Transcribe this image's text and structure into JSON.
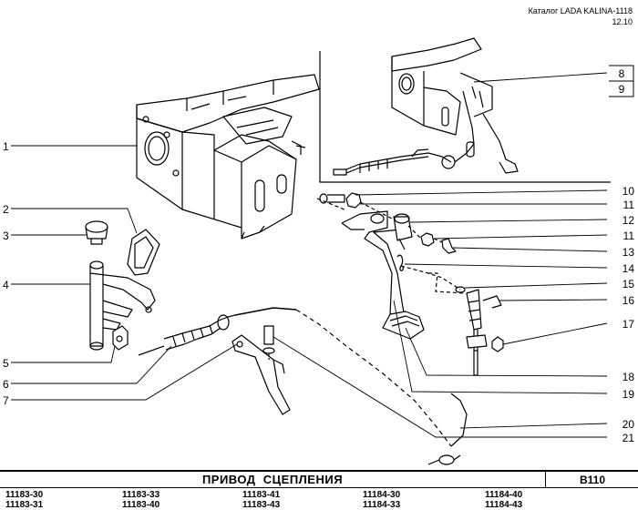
{
  "header": {
    "catalog": "Каталог LADA KALINA-1118",
    "date": "12.10"
  },
  "callouts_left": [
    "1",
    "2",
    "3",
    "4",
    "5",
    "6",
    "7"
  ],
  "callouts_right": [
    "10",
    "11",
    "12",
    "11",
    "13",
    "14",
    "15",
    "16",
    "17",
    "18",
    "19",
    "20",
    "21"
  ],
  "inset_callouts": [
    "8",
    "9"
  ],
  "footer": {
    "title": "ПРИВОД  СЦЕПЛЕНИЯ",
    "code": "B110",
    "models": [
      [
        "11183-30",
        "11183-31"
      ],
      [
        "11183-33",
        "11183-40"
      ],
      [
        "11183-41",
        "11183-43"
      ],
      [
        "11184-30",
        "11184-33"
      ],
      [
        "11184-40",
        "11184-43"
      ]
    ]
  }
}
